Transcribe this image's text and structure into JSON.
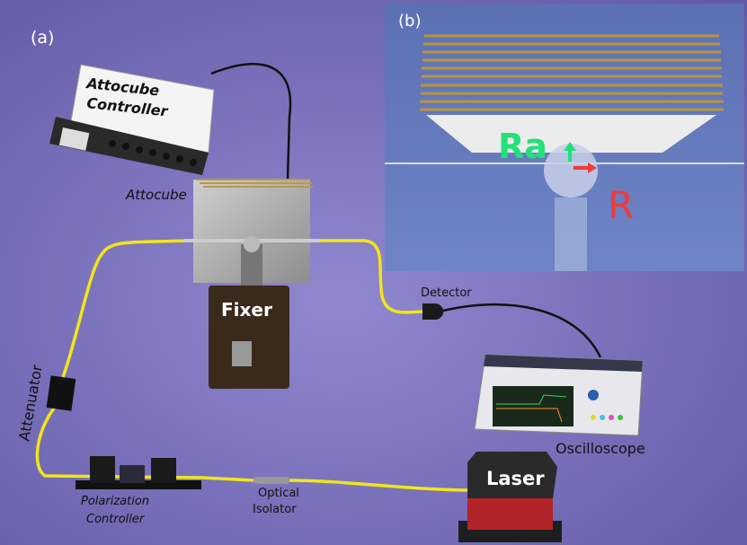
{
  "panel_a": {
    "label": "(a)",
    "controller_line1": "Attocube",
    "controller_line2": "Controller",
    "attocube": "Attocube",
    "fixer": "Fixer",
    "detector": "Detector",
    "attenuator": "Attenuator",
    "oscilloscope": "Oscilloscope",
    "polarization_line1": "Polarization",
    "polarization_line2": "Controller",
    "isolator_line1": "Optical",
    "isolator_line2": "Isolator",
    "laser": "Laser"
  },
  "panel_b": {
    "label": "(b)",
    "ra": "Ra",
    "r": "R",
    "colors": {
      "ra": "#22e07a",
      "r": "#ef3b3b"
    }
  },
  "colors": {
    "fiber": "#f2e51a",
    "background": "#7a72bc",
    "inset": "#6a80c2"
  }
}
